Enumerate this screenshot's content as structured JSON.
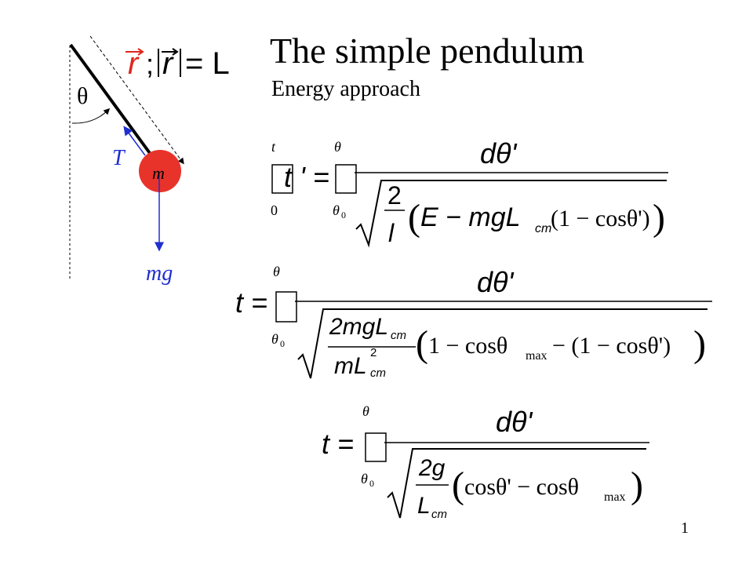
{
  "slide": {
    "title": "The simple pendulum",
    "subtitle": "Energy approach",
    "page_number": "1"
  },
  "diagram": {
    "angle_label": "θ",
    "tension_label": "T",
    "mass_label": "m",
    "weight_label": "mg",
    "vector_eq_r": "r",
    "vector_eq_sep": ";",
    "vector_eq_mag_r": "r",
    "vector_eq_rhs": "= L",
    "colors": {
      "vector_red": "#e0251b",
      "bob_red": "#e8332b",
      "arrow_blue": "#1f2fd0"
    }
  },
  "equations": {
    "eq1": {
      "lhs": "t ' =",
      "int1_upper": "t",
      "int1_lower": "0",
      "int2_upper": "θ",
      "int2_lower": "θ",
      "int2_lower_sub": "0",
      "numerator": "dθ'",
      "den_coeff_num": "2",
      "den_coeff_den": "l",
      "den_body": "E − mgL",
      "den_body_sub": "cm",
      "den_tail": "(1 − cosθ')",
      "open_paren": "(",
      "close_paren": ")"
    },
    "eq2": {
      "lhs": "t =",
      "int_upper": "θ",
      "int_lower": "θ",
      "int_lower_sub": "0",
      "numerator": "dθ'",
      "frac_num": "2mgL",
      "frac_num_sub": "cm",
      "frac_den": "mL",
      "frac_den_sup": "2",
      "frac_den_sub": "cm",
      "body_a": "1 − cosθ",
      "body_a_sub": "max",
      "body_b": "− (1 − cosθ')",
      "open_paren": "(",
      "close_paren": ")"
    },
    "eq3": {
      "lhs": "t =",
      "int_upper": "θ",
      "int_lower": "θ",
      "int_lower_sub": "0",
      "numerator": "dθ'",
      "frac_num": "2g",
      "frac_den": "L",
      "frac_den_sub": "cm",
      "body": "cosθ' − cosθ",
      "body_sub": "max",
      "open_paren": "(",
      "close_paren": ")"
    }
  }
}
